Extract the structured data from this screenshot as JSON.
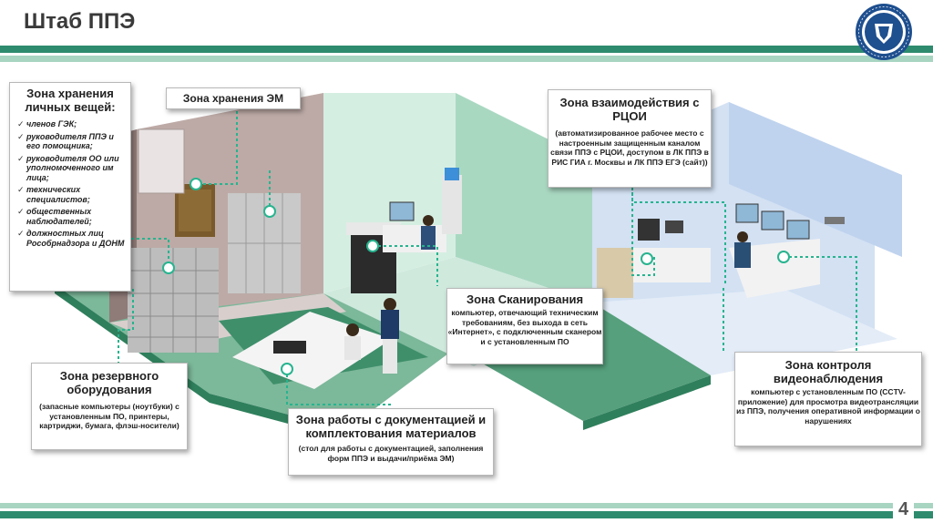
{
  "header": {
    "title": "Штаб ППЭ"
  },
  "logo": {
    "text": "ФЕДЕРАЛЬНЫЙ ЦЕНТР КАЧЕСТВА ОБРАЗОВАНИЯ",
    "icon": "shield-icon"
  },
  "zones": {
    "personal": {
      "title": "Зона хранения личных вещей:",
      "items": [
        "членов ГЭК;",
        "руководителя ППЭ и его помощника;",
        "руководителя ОО или уполномоченного им лица;",
        "технических специалистов;",
        "общественных наблюдателей;",
        "должностных лиц Рособрнадзора и ДОНМ"
      ]
    },
    "em": {
      "title": "Зона хранения ЭМ"
    },
    "rcoi": {
      "title": "Зона взаимодействия с РЦОИ",
      "desc": "(автоматизированное рабочее место с настроенным защищенным каналом связи ППЭ с РЦОИ, доступом в ЛК ППЭ в РИС ГИА г. Москвы и ЛК ППЭ ЕГЭ (сайт))"
    },
    "scan": {
      "title": "Зона Сканирования",
      "desc": "компьютер, отвечающий техническим требованиям, без выхода в сеть «Интернет», с подключенным сканером и с установленным ПО"
    },
    "reserve": {
      "title": "Зона резервного оборудования",
      "desc": "(запасные компьютеры (ноутбуки) с установленным ПО, принтеры, картриджи, бумага, флэш-носители)"
    },
    "video": {
      "title": "Зона контроля видеонаблюдения",
      "desc": "компьютер с установленным ПО (CCTV-приложение) для просмотра видеотрансляции из ППЭ, получения оперативной информации о нарушениях"
    },
    "docs": {
      "title": "Зона работы с документацией и комплектования материалов",
      "desc": "(стол для работы с документацией, заполнения форм ППЭ и выдачи/приёма ЭМ)"
    }
  },
  "footer": {
    "page": "4"
  },
  "colors": {
    "brand_green": "#2e8b6e",
    "band_light": "#a8d4c2",
    "floor_green": "#3f8f6b",
    "wall_mint": "#c9e8d8",
    "wall_blue": "#c7d9ef",
    "wall_brown": "#b9a7a3"
  }
}
